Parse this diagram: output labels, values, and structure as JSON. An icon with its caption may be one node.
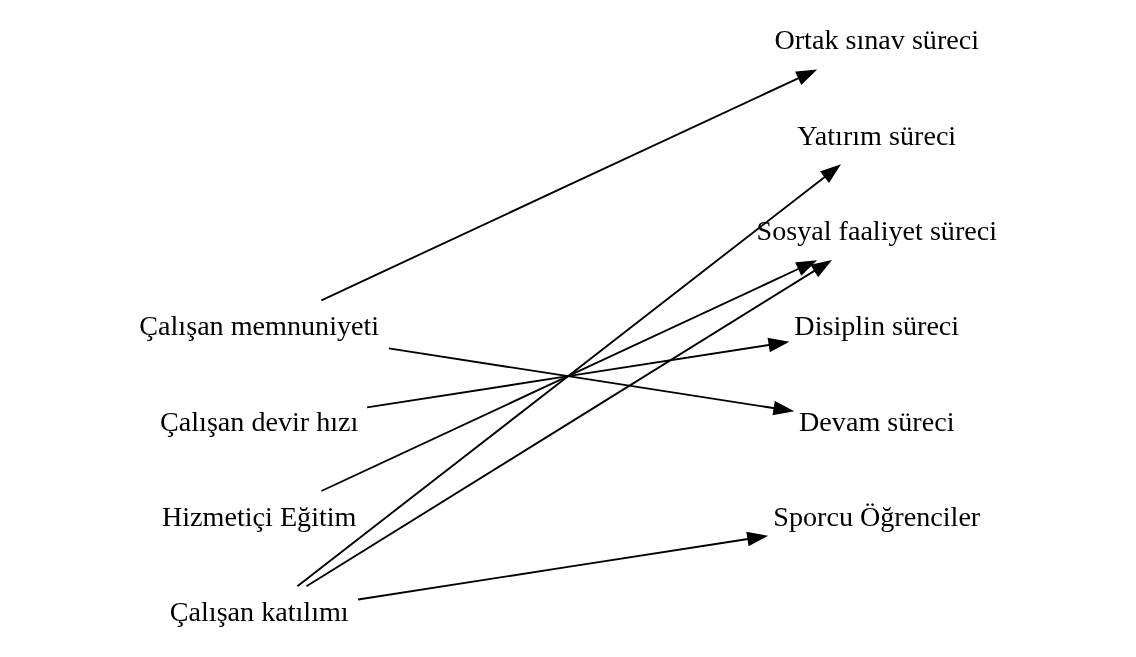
{
  "diagram": {
    "nodes": [
      {
        "text": [
          "Çalışan memnuniyeti"
        ]
      },
      {
        "text": [
          "Çalışan devir hızı"
        ]
      },
      {
        "text": [
          "Hizmetiçi Eğitim"
        ]
      },
      {
        "text": [
          "Çalışan katılımı"
        ]
      },
      {
        "text": [
          "Ortak sınav süreci"
        ]
      },
      {
        "text": [
          "Yatırım süreci"
        ]
      },
      {
        "text": [
          "Sosyal faaliyet süreci"
        ]
      },
      {
        "text": [
          "Disiplin süreci"
        ]
      },
      {
        "text": [
          "Devam süreci"
        ]
      },
      {
        "text": [
          "Sporcu Öğrenciler"
        ]
      }
    ],
    "edges": [
      {
        "from": 0,
        "to": 4,
        "arrow": "to"
      },
      {
        "from": 0,
        "to": 8,
        "arrow": "to"
      },
      {
        "from": 1,
        "to": 7,
        "arrow": "to"
      },
      {
        "from": 2,
        "to": 6,
        "arrow": "to"
      },
      {
        "from": 3,
        "to": 5,
        "arrow": "to"
      },
      {
        "from": 3,
        "to": 6,
        "arrow": "to"
      },
      {
        "from": 3,
        "to": 9,
        "arrow": "to"
      }
    ]
  }
}
